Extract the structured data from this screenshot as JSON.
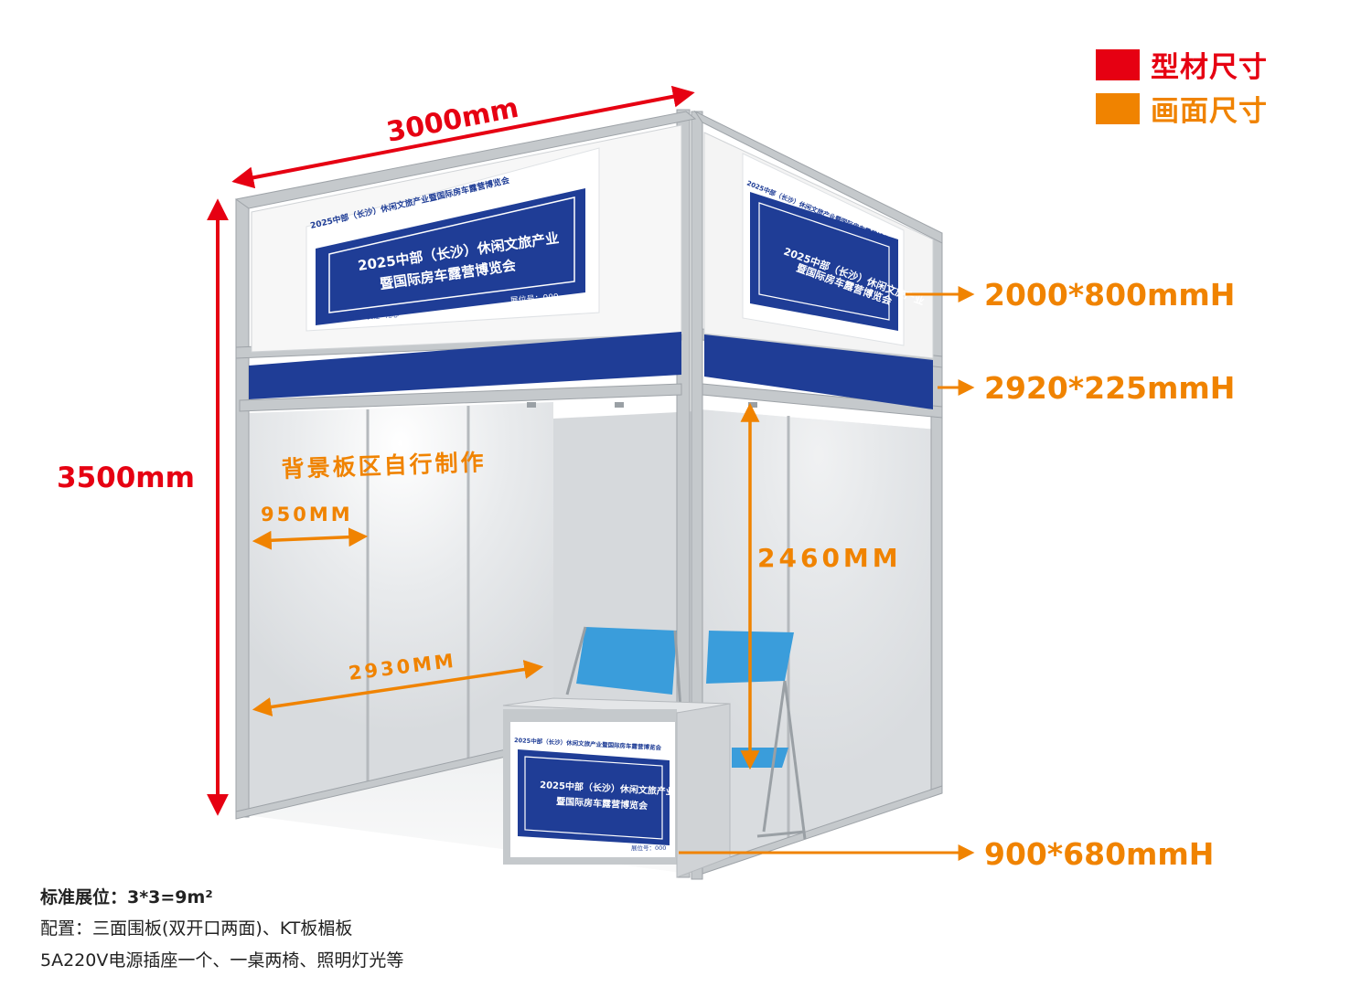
{
  "legend": [
    {
      "label": "型材尺寸",
      "color": "#e60012"
    },
    {
      "label": "画面尺寸",
      "color": "#f08300"
    }
  ],
  "colors": {
    "red": "#e60012",
    "orange": "#f08300",
    "banner_blue": "#1f3d96",
    "frame": "#c5c9cc",
    "panel": "#dcdfe2"
  },
  "dimensions": {
    "width": "3000mm",
    "height": "3500mm",
    "header_panel": "2000*800mmH",
    "fascia_strip": "2920*225mmH",
    "counter_panel": "900*680mmH",
    "panel_width": "950MM",
    "wall_length": "2930MM",
    "wall_height": "2460MM"
  },
  "backwall_note": "背景板区自行制作",
  "banner": {
    "small_title": "2025中部（长沙）休闲文旅产业暨国际房车露营博览会",
    "title_line1": "2025中部（长沙）休闲文旅产业",
    "title_line2": "暨国际房车露营博览会",
    "slogan": "专业 · 创新 · 责任 · 用心",
    "booth_no": "展位号：000"
  },
  "info": {
    "line1": "标准展位：3*3=9m²",
    "line2": "配置：三面围板(双开口两面)、KT板楣板",
    "line3": "5A220V电源插座一个、一桌两椅、照明灯光等"
  }
}
